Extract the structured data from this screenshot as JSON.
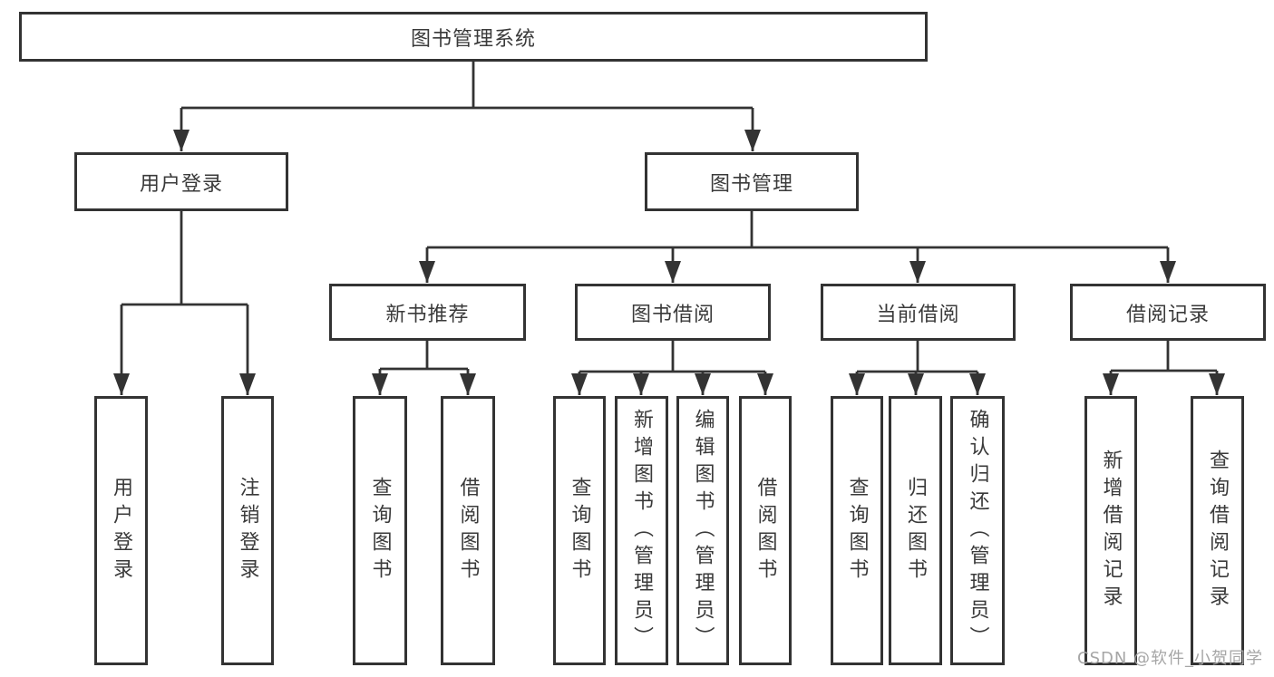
{
  "diagram": {
    "title": "图书管理系统",
    "tree": {
      "root": "图书管理系统",
      "user": {
        "label": "用户登录",
        "children": [
          "用户登录",
          "注销登录"
        ]
      },
      "mgmt": {
        "label": "图书管理",
        "groups": [
          {
            "label": "新书推荐",
            "children": [
              "查询图书",
              "借阅图书"
            ]
          },
          {
            "label": "图书借阅",
            "children": [
              "查询图书",
              "新增图书（管理员）",
              "编辑图书（管理员）",
              "借阅图书"
            ]
          },
          {
            "label": "当前借阅",
            "children": [
              "查询图书",
              "归还图书",
              "确认归还（管理员）"
            ]
          },
          {
            "label": "借阅记录",
            "children": [
              "新增借阅记录",
              "查询借阅记录"
            ]
          }
        ]
      }
    }
  },
  "watermark": "CSDN @软件_小贺同学",
  "colors": {
    "line": "#333333",
    "text": "#3a3a3a",
    "watermark": "#a6a6a6",
    "background": "#ffffff"
  }
}
